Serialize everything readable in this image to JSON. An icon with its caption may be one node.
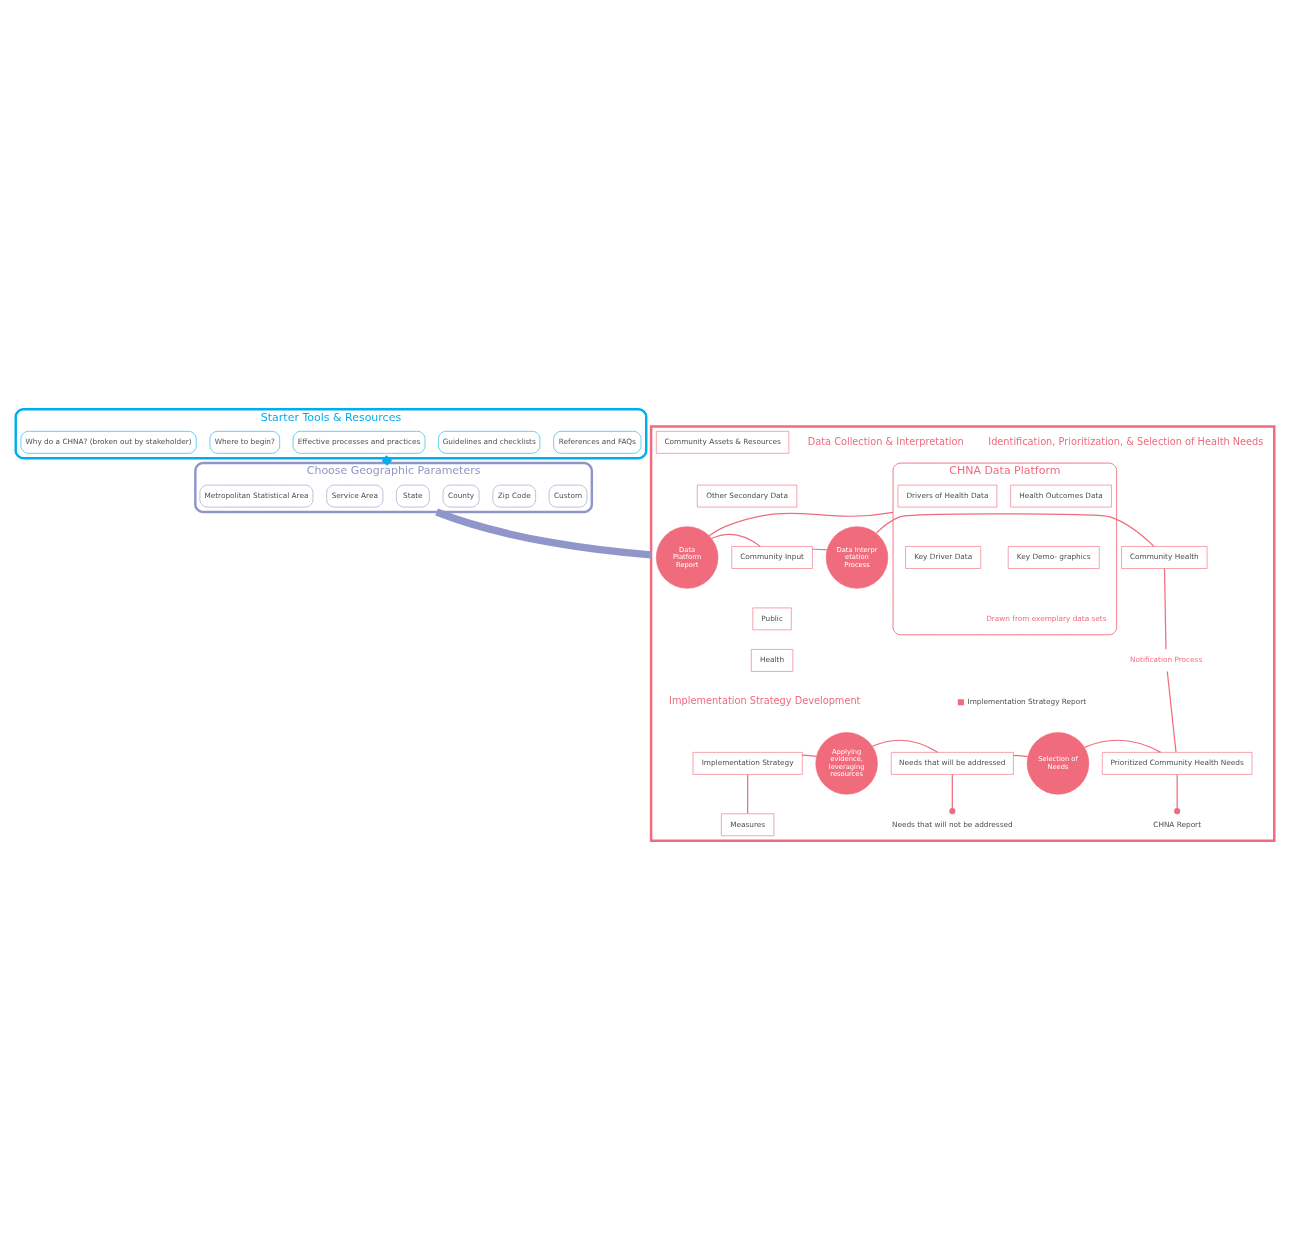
{
  "diagram": {
    "nodes": [
      {
        "text": [
          "Starter Tools & Resources"
        ]
      },
      {
        "text": [
          "Why do a CHNA? (broken out by stakeholder)"
        ],
        "in": 0
      },
      {
        "text": [
          "Where to begin?"
        ],
        "in": 0
      },
      {
        "text": [
          "Effective processes and practices"
        ],
        "in": 0
      },
      {
        "text": [
          "Guidelines and checklists"
        ],
        "in": 0
      },
      {
        "text": [
          "References and FAQs"
        ],
        "in": 0
      },
      {
        "text": [
          "Choose Geographic Parameters"
        ]
      },
      {
        "text": [
          "Metropolitan Statistical Area"
        ],
        "in": 6
      },
      {
        "text": [
          "Service Area"
        ],
        "in": 6
      },
      {
        "text": [
          "State"
        ],
        "in": 6
      },
      {
        "text": [
          "County"
        ],
        "in": 6
      },
      {
        "text": [
          "Zip Code"
        ],
        "in": 6
      },
      {
        "text": [
          "Custom"
        ],
        "in": 6
      },
      {
        "text": [],
        "shape": "box"
      },
      {
        "text": [
          "CHNA Data Platform"
        ],
        "beside": [
          "Drawn from exemplary data sets"
        ],
        "in": 13
      },
      {
        "text": [
          "Health Outcomes Data"
        ],
        "in": 14
      },
      {
        "text": [
          "Drivers of Health Data"
        ],
        "in": 14
      },
      {
        "text": [
          "Key Demo- graphics"
        ],
        "in": 14
      },
      {
        "text": [
          "Key Driver Data"
        ],
        "in": 14
      },
      {
        "text": [
          "Data Platform Report"
        ],
        "in": 13
      },
      {
        "text": [
          "Community Assets & Resources"
        ],
        "in": 13
      },
      {
        "text": [
          "Other Secondary Data"
        ],
        "in": 13
      },
      {
        "text": [
          "Community Input"
        ],
        "in": 13
      },
      {
        "text": [
          "Public"
        ],
        "in": 13
      },
      {
        "text": [
          "Health"
        ],
        "in": 13
      },
      {
        "text": [
          "Data Interpretation Process"
        ],
        "in": 13
      },
      {
        "text": [
          "Community Health"
        ],
        "in": 13
      },
      {
        "text": [
          "Notification Process"
        ],
        "in": 13
      },
      {
        "text": [
          "Implementation Strategy"
        ],
        "in": 13
      },
      {
        "text": [
          "Applying evidence, leveraging resources"
        ],
        "in": 13
      },
      {
        "text": [
          "Needs that will be addressed"
        ],
        "in": 13
      },
      {
        "text": [
          "Selection of Needs"
        ],
        "in": 13
      },
      {
        "text": [
          "Prioritized Community Health Needs"
        ],
        "in": 13
      },
      {
        "text": [
          "Measures"
        ],
        "in": 13
      },
      {
        "text": [
          "Needs that will not be addressed"
        ],
        "in": 13
      },
      {
        "text": [
          "CHNA Report"
        ],
        "in": 13
      }
    ],
    "edges": [
      {
        "from": 0,
        "to": 6,
        "arrow": "none",
        "style": "thick",
        "color": "#00aeef"
      },
      {
        "from": 6,
        "to": 13,
        "arrow": "none",
        "style": "thick",
        "color": "#9096c9"
      },
      {
        "from": 14,
        "to": 19,
        "arrow": "none"
      },
      {
        "from": 19,
        "to": 22,
        "arrow": "none"
      },
      {
        "from": 22,
        "to": 25,
        "arrow": "none"
      },
      {
        "from": 25,
        "to": 26,
        "arrow": "none"
      },
      {
        "from": 26,
        "to": 27,
        "arrow": "none"
      },
      {
        "from": 27,
        "to": 32,
        "arrow": "none"
      },
      {
        "from": 32,
        "to": 31,
        "arrow": "none"
      },
      {
        "from": 31,
        "to": 30,
        "arrow": "none"
      },
      {
        "from": 30,
        "to": 29,
        "arrow": "none"
      },
      {
        "from": 29,
        "to": 28,
        "arrow": "none"
      },
      {
        "from": 28,
        "to": 33,
        "arrow": "none"
      },
      {
        "from": 30,
        "to": 34,
        "arrow": "other"
      },
      {
        "from": 32,
        "to": 35,
        "arrow": "other"
      }
    ],
    "labels": [
      "Data Collection & Interpretation",
      "Identification, Prioritization, & Selection of Health Needs",
      "Implementation Strategy Development"
    ],
    "legend": [
      {
        "text": "Implementation Strategy Report",
        "color": "#f06b7c"
      }
    ]
  }
}
